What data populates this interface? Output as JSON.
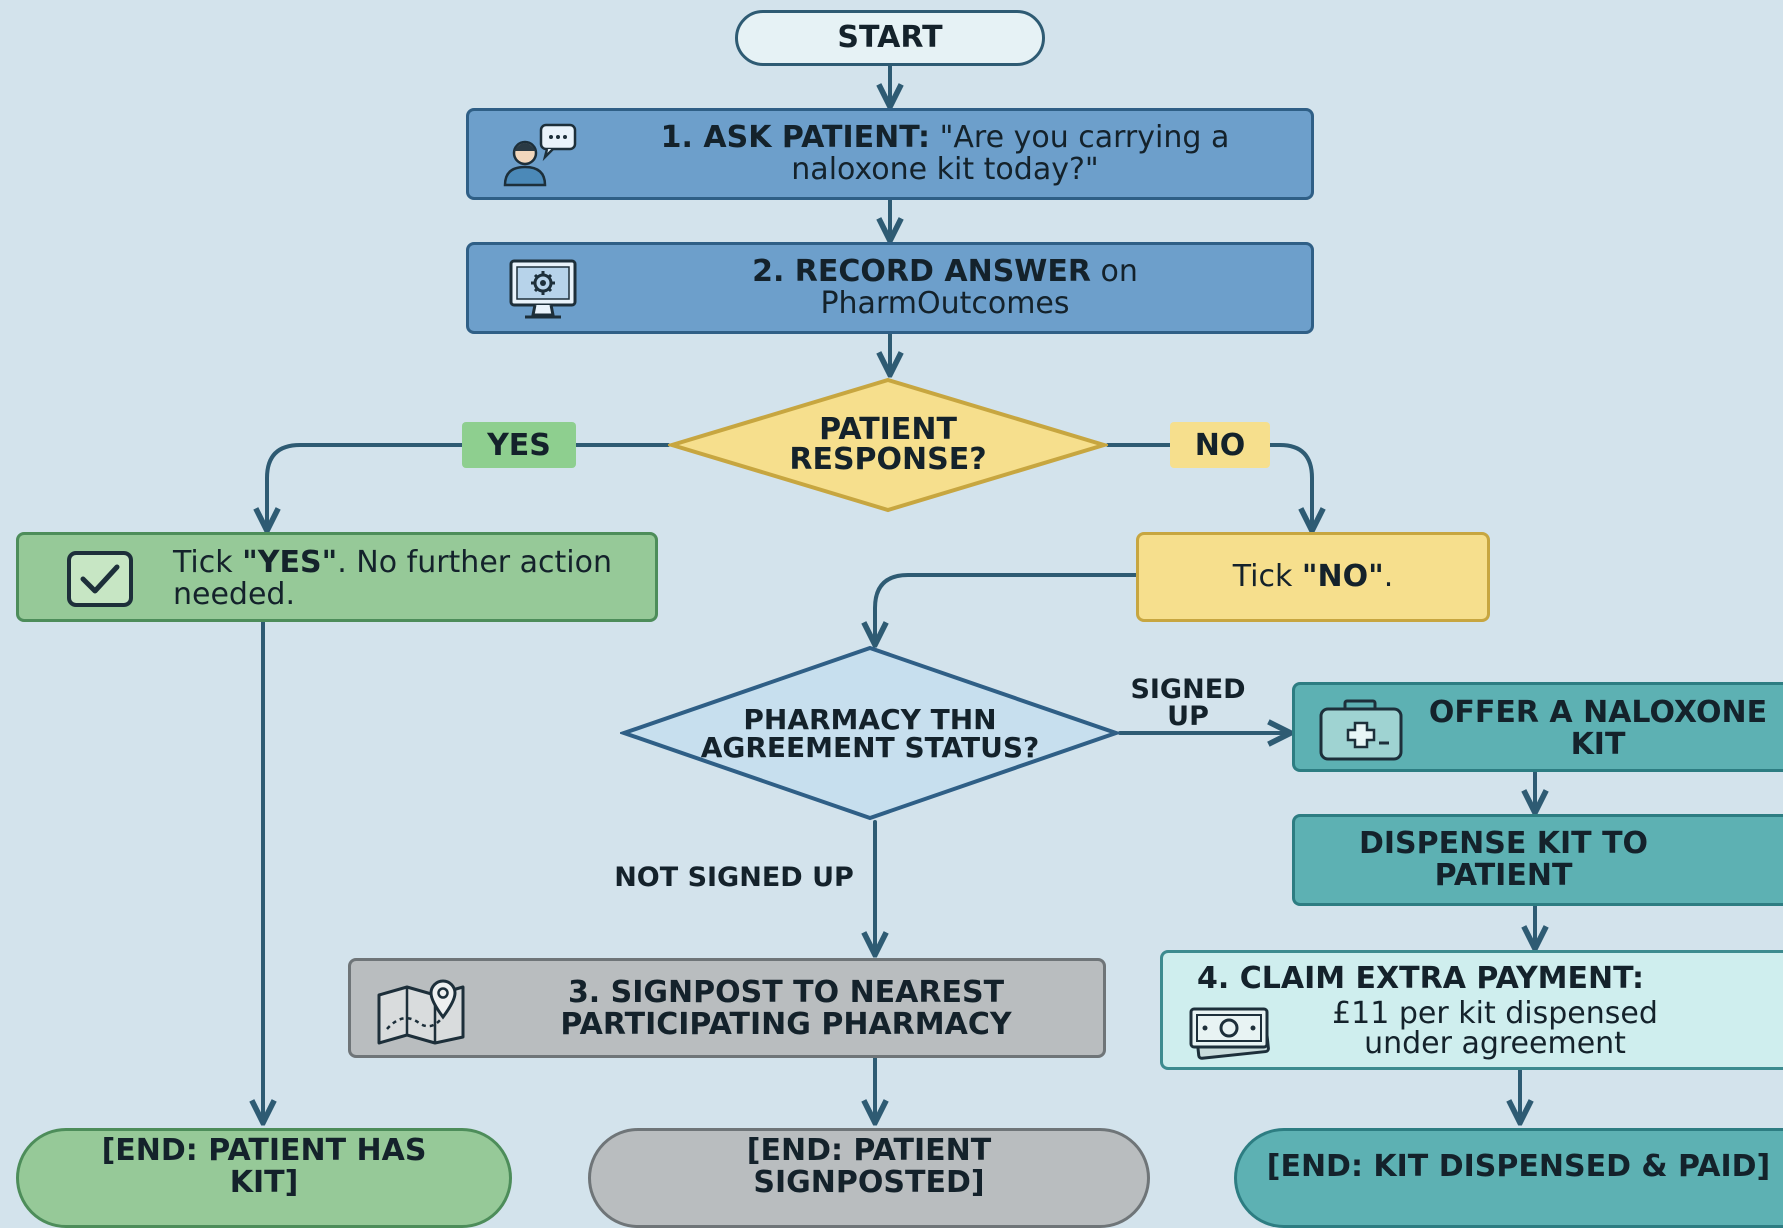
{
  "nodes": {
    "start": "START",
    "step1_bold": "1. ASK PATIENT:",
    "step1_rest": " \"Are you carrying a naloxone kit today?\"",
    "step2_bold": "2. RECORD ANSWER",
    "step2_rest": " on PharmOutcomes",
    "decision1": "PATIENT RESPONSE?",
    "yes_box_pre": "Tick ",
    "yes_box_bold": "\"YES\"",
    "yes_box_post": ". No further action needed.",
    "no_box_pre": "Tick ",
    "no_box_bold": "\"NO\"",
    "no_box_post": ".",
    "decision2": "PHARMACY THN AGREEMENT STATUS?",
    "offer": "OFFER A NALOXONE KIT",
    "dispense": "DISPENSE KIT TO PATIENT",
    "signpost": "3. SIGNPOST TO NEAREST PARTICIPATING PHARMACY",
    "claim_bold": "4. CLAIM EXTRA PAYMENT:",
    "claim_rest": "£11 per kit dispensed under agreement",
    "end_has_kit": "[END: PATIENT HAS KIT]",
    "end_signposted": "[END: PATIENT SIGNPOSTED]",
    "end_paid": "[END: KIT DISPENSED & PAID]"
  },
  "edge_labels": {
    "yes": "YES",
    "no": "NO",
    "signed_up": "SIGNED UP",
    "not_signed_up": "NOT SIGNED UP"
  },
  "icons": {
    "step1": "person-speech-icon",
    "step2": "computer-gear-icon",
    "yes_box": "checkbox-tick-icon",
    "offer": "first-aid-kit-icon",
    "signpost": "map-pin-icon",
    "claim": "banknote-icon"
  },
  "colors": {
    "background": "#d3e3ec",
    "process_blue": "#6d9fcb",
    "yes_green": "#96c998",
    "no_yellow": "#f6df8d",
    "decision_blue": "#c7dfee",
    "signpost_gray": "#b9bdbf",
    "dispense_teal": "#5db1b3",
    "connector": "#2e5b73"
  }
}
